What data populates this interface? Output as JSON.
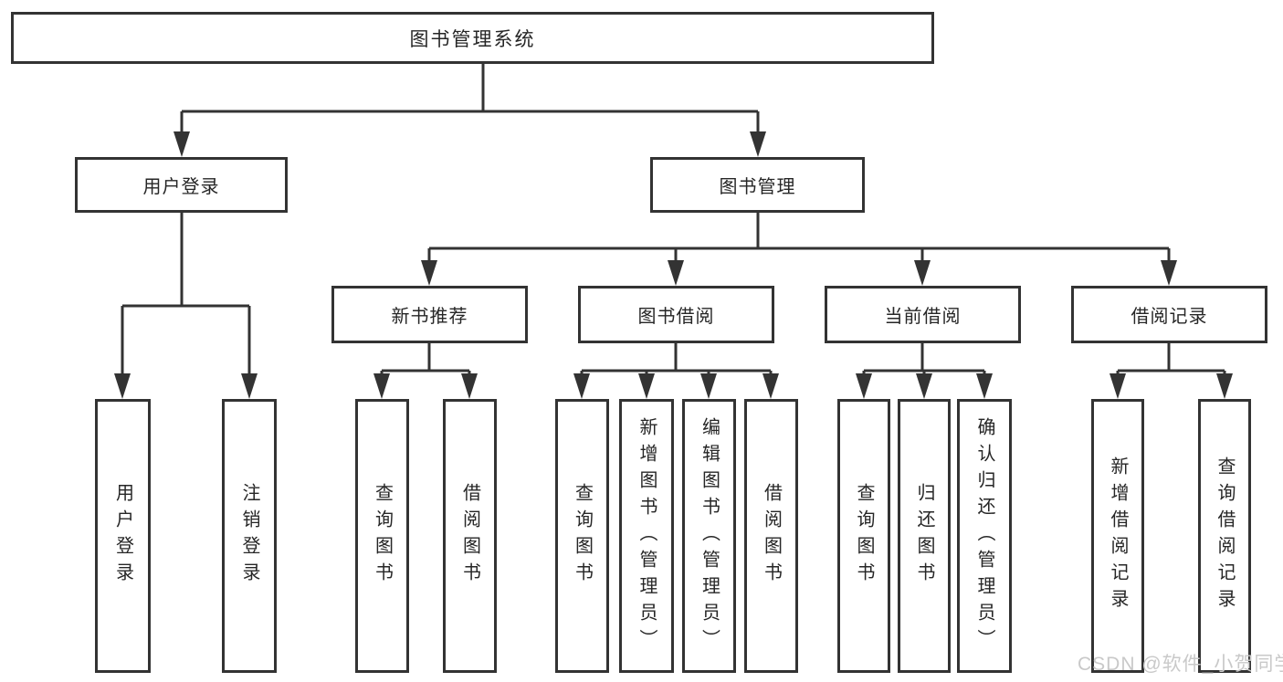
{
  "tree": {
    "label": "图书管理系统",
    "children": [
      {
        "label": "用户登录",
        "children": [
          {
            "label": "用户登录"
          },
          {
            "label": "注销登录"
          }
        ]
      },
      {
        "label": "图书管理",
        "children": [
          {
            "label": "新书推荐",
            "children": [
              {
                "label": "查询图书"
              },
              {
                "label": "借阅图书"
              }
            ]
          },
          {
            "label": "图书借阅",
            "children": [
              {
                "label": "查询图书"
              },
              {
                "label": "新增图书（管理员）"
              },
              {
                "label": "编辑图书（管理员）"
              },
              {
                "label": "借阅图书"
              }
            ]
          },
          {
            "label": "当前借阅",
            "children": [
              {
                "label": "查询图书"
              },
              {
                "label": "归还图书"
              },
              {
                "label": "确认归还（管理员）"
              }
            ]
          },
          {
            "label": "借阅记录",
            "children": [
              {
                "label": "新增借阅记录"
              },
              {
                "label": "查询借阅记录"
              }
            ]
          }
        ]
      }
    ]
  },
  "watermark": "CSDN @软件_小贺同学",
  "colors": {
    "line": "#333333",
    "text": "#262626",
    "watermark": "#c9c9c9",
    "background": "#ffffff"
  }
}
